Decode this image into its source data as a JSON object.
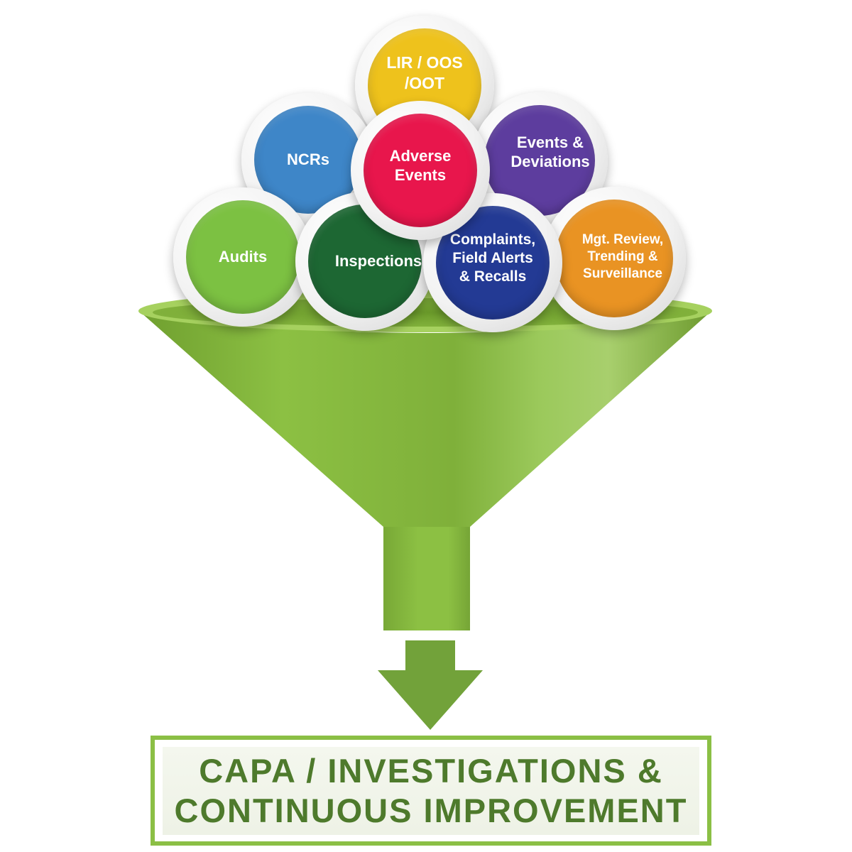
{
  "inputs": [
    {
      "id": "lir",
      "label": "LIR / OOS\n/OOT",
      "color": "#eec21c"
    },
    {
      "id": "ncrs",
      "label": "NCRs",
      "color": "#3e86c8"
    },
    {
      "id": "events",
      "label": "Events &\nDeviations",
      "color": "#5d3d9e"
    },
    {
      "id": "adverse",
      "label": "Adverse\nEvents",
      "color": "#e8164c"
    },
    {
      "id": "audits",
      "label": "Audits",
      "color": "#7cc142"
    },
    {
      "id": "inspections",
      "label": "Inspections",
      "color": "#1d6733"
    },
    {
      "id": "complaints",
      "label": "Complaints,\nField Alerts\n& Recalls",
      "color": "#233a94"
    },
    {
      "id": "mgt",
      "label": "Mgt. Review,\nTrending &\nSurveillance",
      "color": "#e99323"
    }
  ],
  "output": {
    "line1": "CAPA / INVESTIGATIONS &",
    "line2": "CONTINUOUS IMPROVEMENT"
  },
  "colors": {
    "funnel": "#8cc043",
    "funnel_dark": "#6d9a2e",
    "arrow": "#72a23a",
    "result_text": "#4e7a2c"
  }
}
